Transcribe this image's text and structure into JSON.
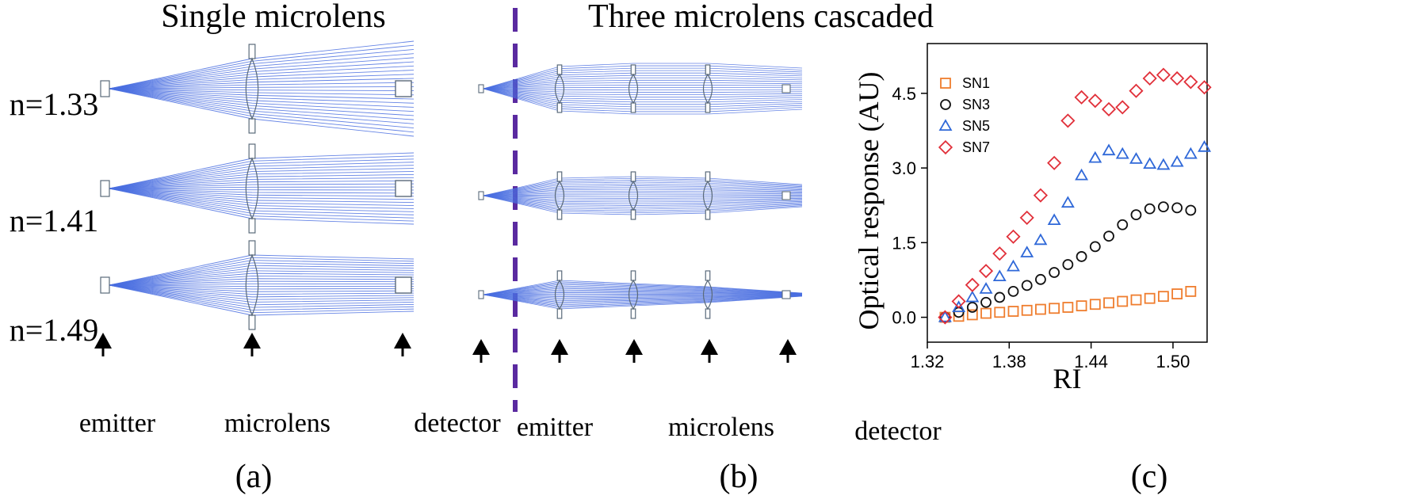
{
  "panel_a": {
    "title": "Single microlens",
    "panel_label": "(a)",
    "row_labels": [
      "n=1.33",
      "n=1.41",
      "n=1.49"
    ],
    "arrow_labels": [
      "emitter",
      "microlens",
      "detector"
    ]
  },
  "panel_b": {
    "title": "Three microlens cascaded",
    "panel_label": "(b)",
    "arrow_labels": [
      "emitter",
      "microlens",
      "detector"
    ]
  },
  "panel_c": {
    "panel_label": "(c)"
  },
  "colors": {
    "ray": "#4a6fe0",
    "divider": "#5a2aa0",
    "SN1": "#ef7d2e",
    "SN3": "#111111",
    "SN5": "#2f68d8",
    "SN7": "#e1303a"
  },
  "chart_data": {
    "type": "scatter",
    "xlabel": "RI",
    "ylabel": "Optical response (AU)",
    "xlim": [
      1.32,
      1.525
    ],
    "ylim": [
      -0.5,
      5.5
    ],
    "xticks": [
      1.32,
      1.38,
      1.44,
      1.5
    ],
    "xtick_labels": [
      "1.32",
      "1.38",
      "1.44",
      "1.50"
    ],
    "yticks": [
      0.0,
      1.5,
      3.0,
      4.5
    ],
    "ytick_labels": [
      "0.0",
      "1.5",
      "3.0",
      "4.5"
    ],
    "legend_position": "top-left",
    "x": [
      1.333,
      1.343,
      1.353,
      1.363,
      1.373,
      1.383,
      1.393,
      1.403,
      1.413,
      1.423,
      1.433,
      1.443,
      1.453,
      1.463,
      1.473,
      1.483,
      1.493,
      1.503,
      1.513
    ],
    "series": [
      {
        "name": "SN1",
        "marker": "square",
        "values": [
          0.0,
          0.02,
          0.05,
          0.08,
          0.1,
          0.12,
          0.14,
          0.16,
          0.18,
          0.2,
          0.23,
          0.26,
          0.29,
          0.32,
          0.35,
          0.38,
          0.42,
          0.47,
          0.52
        ]
      },
      {
        "name": "SN3",
        "marker": "circle",
        "values": [
          0.0,
          0.1,
          0.2,
          0.3,
          0.4,
          0.52,
          0.64,
          0.76,
          0.9,
          1.06,
          1.22,
          1.42,
          1.63,
          1.86,
          2.06,
          2.18,
          2.22,
          2.2,
          2.15
        ]
      },
      {
        "name": "SN5",
        "marker": "triangle",
        "values": [
          0.0,
          0.2,
          0.4,
          0.57,
          0.82,
          1.02,
          1.3,
          1.55,
          1.95,
          2.3,
          2.85,
          3.2,
          3.35,
          3.28,
          3.18,
          3.08,
          3.06,
          3.12,
          3.28,
          3.42
        ]
      },
      {
        "name": "SN7",
        "marker": "diamond",
        "values": [
          0.0,
          0.32,
          0.65,
          0.93,
          1.28,
          1.62,
          2.0,
          2.45,
          3.1,
          3.95,
          4.42,
          4.35,
          4.18,
          4.22,
          4.55,
          4.8,
          4.87,
          4.8,
          4.73,
          4.62
        ]
      }
    ]
  }
}
